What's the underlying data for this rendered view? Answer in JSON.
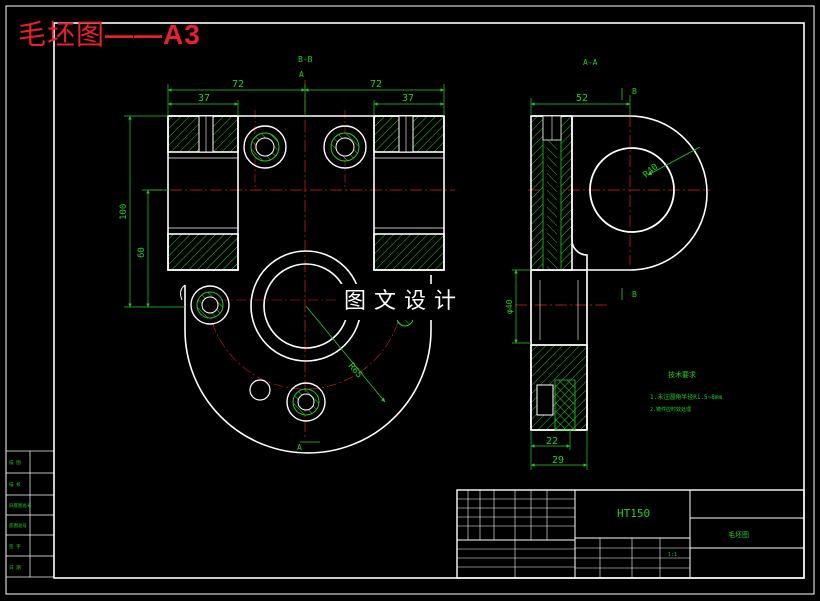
{
  "header": {
    "title_part_a": "毛坯图",
    "title_part_b": "——A3"
  },
  "watermark": "图文设计",
  "views": {
    "front": {
      "section_label": "B-B",
      "cut_mark_top": "A",
      "cut_mark_bottom": "A",
      "dims": {
        "left_half": "72",
        "right_half": "72",
        "left_lug": "37",
        "right_lug": "37",
        "height_total": "100",
        "height_lug": "60",
        "radius": "R65"
      }
    },
    "side": {
      "section_label": "A-A",
      "cut_mark_top": "B",
      "cut_mark_bottom": "B",
      "dims": {
        "top_width": "52",
        "radius": "R40",
        "bore": "φ40",
        "bottom_inner": "22",
        "bottom_outer": "29"
      }
    }
  },
  "notes": {
    "title": "技术要求",
    "items": [
      "1.未注圆角半径R1.5~8mm",
      "2.铸件应时效处理"
    ]
  },
  "title_block": {
    "material": "HT150",
    "part_name": "毛坯图",
    "scale": "1:1"
  },
  "left_strip": {
    "labels": [
      "描 图",
      "描 校",
      "旧底图总号",
      "底图总号",
      "签 字",
      "日 期"
    ]
  },
  "colors": {
    "outline": "#ffffff",
    "dimension": "#22d022",
    "centerline": "#e02020",
    "hatch": "#22d022",
    "title": "#e8202a",
    "frame": "#ffffff"
  }
}
